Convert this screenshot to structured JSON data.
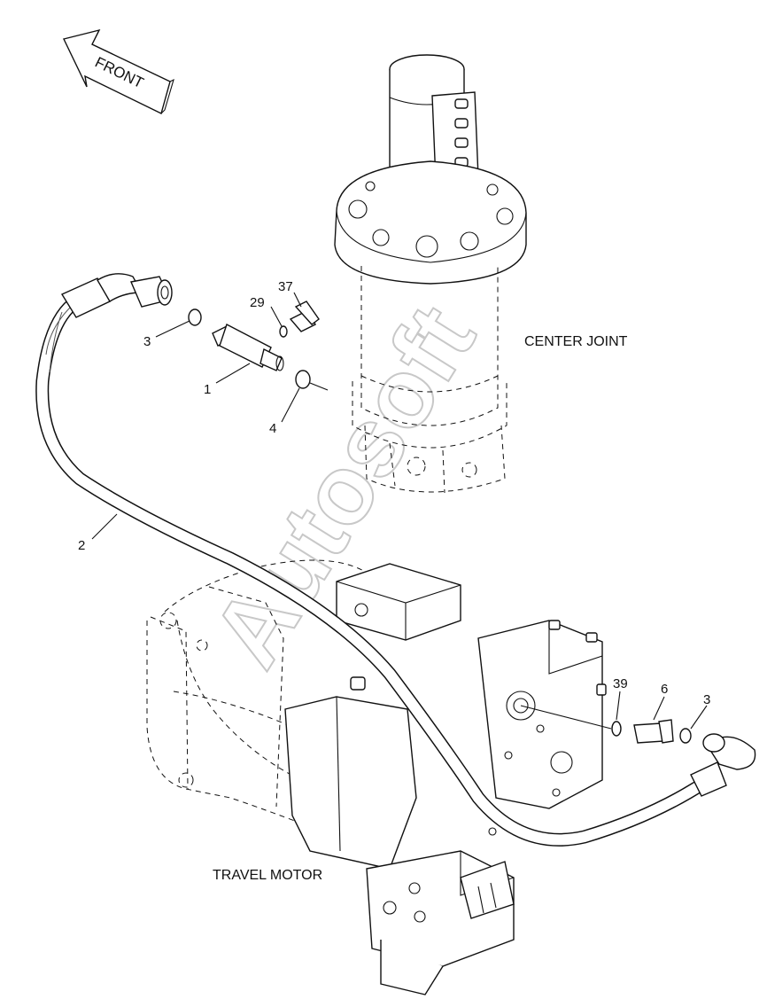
{
  "direction_arrow": {
    "label": "FRONT"
  },
  "assemblies": {
    "center_joint": "CENTER JOINT",
    "travel_motor": "TRAVEL MOTOR"
  },
  "callouts": {
    "c1": "1",
    "c2": "2",
    "c3_top": "3",
    "c3_bottom": "3",
    "c4": "4",
    "c6": "6",
    "c29": "29",
    "c37": "37",
    "c39": "39"
  },
  "watermark": "Autosoft"
}
